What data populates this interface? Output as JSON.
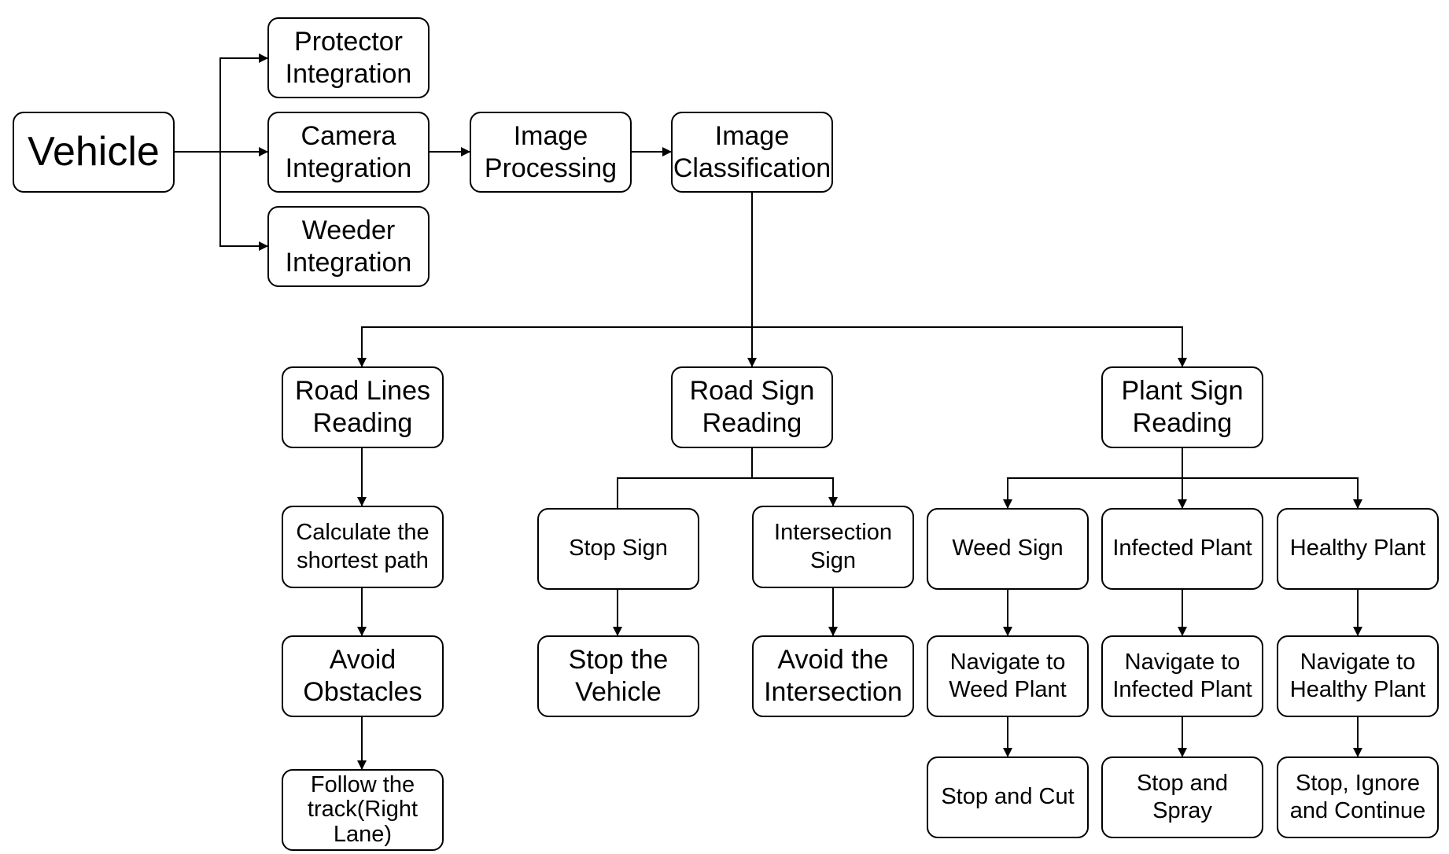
{
  "nodes": {
    "vehicle": "Vehicle",
    "protector": "Protector\nIntegration",
    "camera": "Camera\nIntegration",
    "weeder": "Weeder\nIntegration",
    "image_processing": "Image\nProcessing",
    "image_classification": "Image\nClassification",
    "road_lines": "Road Lines\nReading",
    "road_sign": "Road Sign\nReading",
    "plant_sign": "Plant Sign\nReading",
    "shortest_path": "Calculate the\nshortest path",
    "avoid_obstacles": "Avoid\nObstacles",
    "follow_track": "Follow the\ntrack(Right\nLane)",
    "stop_sign": "Stop Sign",
    "intersection_sign": "Intersection\nSign",
    "stop_vehicle": "Stop the\nVehicle",
    "avoid_intersection": "Avoid the\nIntersection",
    "weed_sign": "Weed Sign",
    "infected_plant": "Infected Plant",
    "healthy_plant": "Healthy Plant",
    "nav_weed": "Navigate to\nWeed Plant",
    "nav_infected": "Navigate to\nInfected Plant",
    "nav_healthy": "Navigate to\nHealthy Plant",
    "stop_cut": "Stop and Cut",
    "stop_spray": "Stop and\nSpray",
    "stop_ignore": "Stop, Ignore\nand Continue"
  }
}
